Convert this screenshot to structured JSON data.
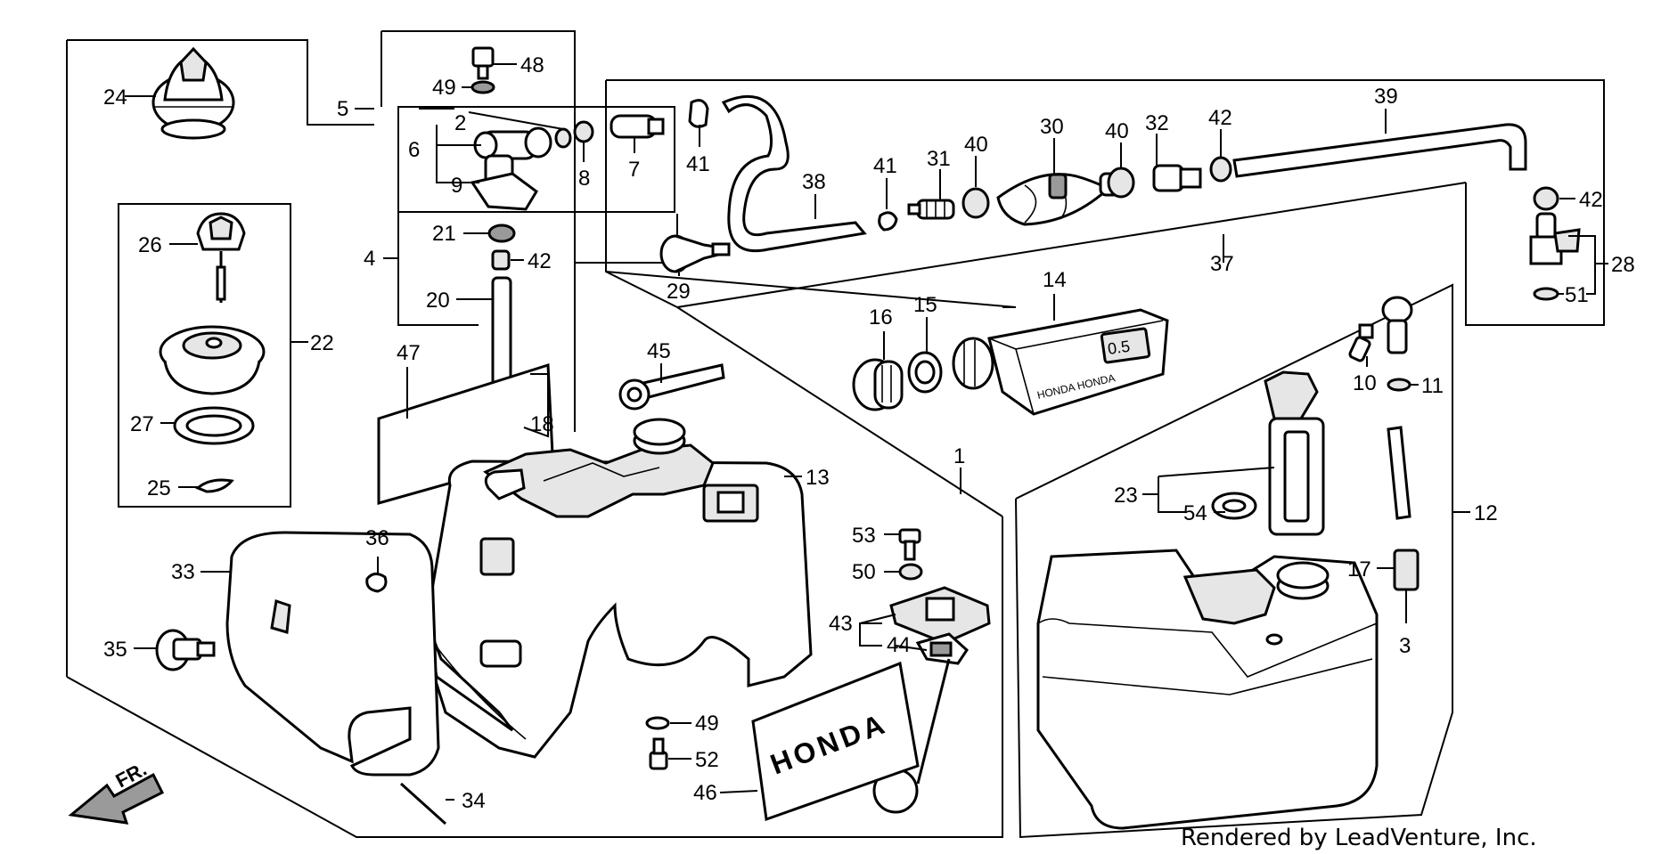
{
  "diagram": {
    "callouts": [
      {
        "id": "c48",
        "text": "48"
      },
      {
        "id": "c49a",
        "text": "49"
      },
      {
        "id": "c5",
        "text": "5"
      },
      {
        "id": "c2",
        "text": "2"
      },
      {
        "id": "c6",
        "text": "6"
      },
      {
        "id": "c9",
        "text": "9"
      },
      {
        "id": "c8",
        "text": "8"
      },
      {
        "id": "c7",
        "text": "7"
      },
      {
        "id": "c41a",
        "text": "41"
      },
      {
        "id": "c24",
        "text": "24"
      },
      {
        "id": "c26",
        "text": "26"
      },
      {
        "id": "c22",
        "text": "22"
      },
      {
        "id": "c27",
        "text": "27"
      },
      {
        "id": "c25",
        "text": "25"
      },
      {
        "id": "c4",
        "text": "4"
      },
      {
        "id": "c21",
        "text": "21"
      },
      {
        "id": "c42a",
        "text": "42"
      },
      {
        "id": "c20",
        "text": "20"
      },
      {
        "id": "c47",
        "text": "47"
      },
      {
        "id": "c18",
        "text": "18"
      },
      {
        "id": "c45",
        "text": "45"
      },
      {
        "id": "c13",
        "text": "13"
      },
      {
        "id": "c33",
        "text": "33"
      },
      {
        "id": "c36",
        "text": "36"
      },
      {
        "id": "c35",
        "text": "35"
      },
      {
        "id": "c34",
        "text": "34"
      },
      {
        "id": "c53",
        "text": "53"
      },
      {
        "id": "c50",
        "text": "50"
      },
      {
        "id": "c43",
        "text": "43"
      },
      {
        "id": "c44",
        "text": "44"
      },
      {
        "id": "c49b",
        "text": "49"
      },
      {
        "id": "c52",
        "text": "52"
      },
      {
        "id": "c46",
        "text": "46"
      },
      {
        "id": "c1",
        "text": "1"
      },
      {
        "id": "c29",
        "text": "29"
      },
      {
        "id": "c38",
        "text": "38"
      },
      {
        "id": "c41b",
        "text": "41"
      },
      {
        "id": "c31",
        "text": "31"
      },
      {
        "id": "c40a",
        "text": "40"
      },
      {
        "id": "c30",
        "text": "30"
      },
      {
        "id": "c40b",
        "text": "40"
      },
      {
        "id": "c32",
        "text": "32"
      },
      {
        "id": "c42b",
        "text": "42"
      },
      {
        "id": "c39",
        "text": "39"
      },
      {
        "id": "c37",
        "text": "37"
      },
      {
        "id": "c42c",
        "text": "42"
      },
      {
        "id": "c28",
        "text": "28"
      },
      {
        "id": "c51",
        "text": "51"
      },
      {
        "id": "c16",
        "text": "16"
      },
      {
        "id": "c15",
        "text": "15"
      },
      {
        "id": "c14",
        "text": "14"
      },
      {
        "id": "c10",
        "text": "10"
      },
      {
        "id": "c11",
        "text": "11"
      },
      {
        "id": "c23",
        "text": "23"
      },
      {
        "id": "c54",
        "text": "54"
      },
      {
        "id": "c12",
        "text": "12"
      },
      {
        "id": "c17",
        "text": "17"
      },
      {
        "id": "c3",
        "text": "3"
      }
    ],
    "tank_badge": "HONDA",
    "meter_text": "HONDA HONDA",
    "meter_window": "0.5",
    "direction_label": "FR.",
    "credit": "Rendered by LeadVenture, Inc."
  }
}
